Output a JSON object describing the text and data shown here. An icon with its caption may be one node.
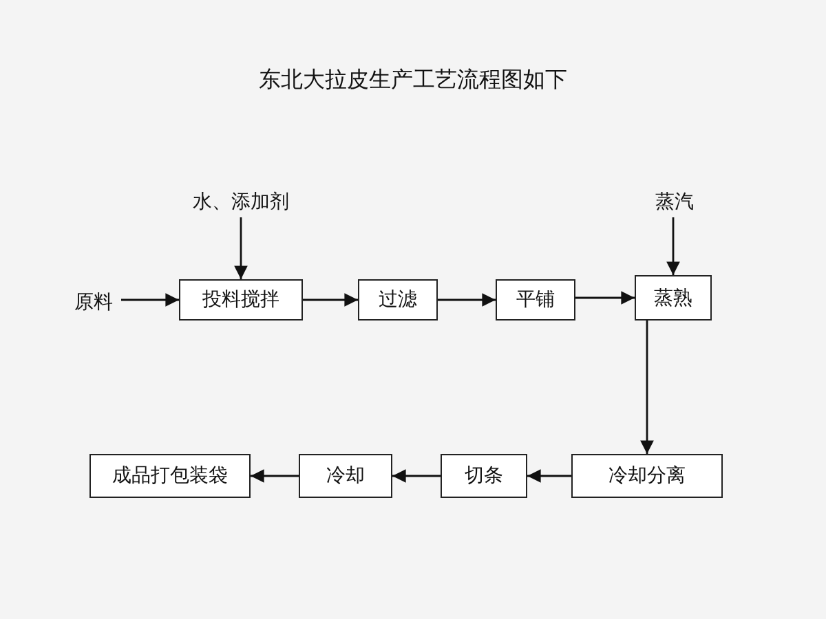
{
  "diagram": {
    "title": "东北大拉皮生产工艺流程图如下",
    "nodes": [
      {
        "text": [
          "水、添加剂"
        ]
      },
      {
        "text": [
          "原料"
        ]
      },
      {
        "text": [
          "投料搅拌"
        ]
      },
      {
        "text": [
          "过滤"
        ]
      },
      {
        "text": [
          "平铺"
        ]
      },
      {
        "text": [
          "蒸熟"
        ]
      },
      {
        "text": [
          "蒸汽"
        ]
      },
      {
        "text": [
          "冷却分离"
        ]
      },
      {
        "text": [
          "切条"
        ]
      },
      {
        "text": [
          "冷却"
        ]
      },
      {
        "text": [
          "成品打包装袋"
        ]
      }
    ],
    "edges": [
      {
        "from": 0,
        "to": 2,
        "arrow": "to"
      },
      {
        "from": 1,
        "to": 2,
        "arrow": "to"
      },
      {
        "from": 2,
        "to": 3,
        "arrow": "to"
      },
      {
        "from": 3,
        "to": 4,
        "arrow": "to"
      },
      {
        "from": 4,
        "to": 5,
        "arrow": "to"
      },
      {
        "from": 6,
        "to": 5,
        "arrow": "to"
      },
      {
        "from": 5,
        "to": 7,
        "arrow": "to"
      },
      {
        "from": 7,
        "to": 8,
        "arrow": "to"
      },
      {
        "from": 8,
        "to": 9,
        "arrow": "to"
      },
      {
        "from": 9,
        "to": 10,
        "arrow": "to"
      }
    ]
  }
}
